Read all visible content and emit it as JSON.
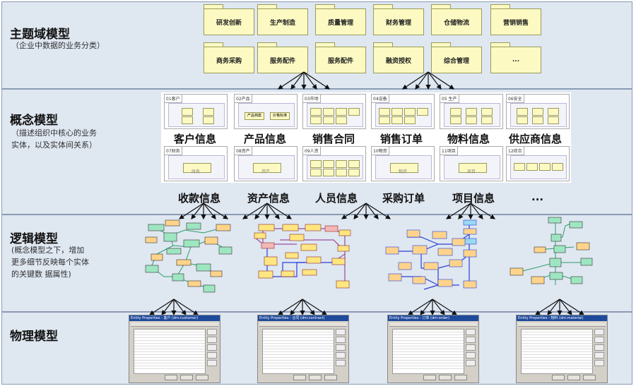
{
  "layers": [
    {
      "title": "主题域模型",
      "desc": [
        "（企业中数据的业务分类）"
      ]
    },
    {
      "title": "概念模型",
      "desc": [
        "（描述组织中核心的业务",
        "实体，以及实体间关系）"
      ]
    },
    {
      "title": "逻辑模型",
      "desc": [
        "(概念模型之下，增加",
        "更多细节反映每个实体",
        "的关键数 据属性)"
      ]
    },
    {
      "title": "物理模型",
      "desc": []
    }
  ],
  "subject_areas": [
    "研发创新",
    "生产制造",
    "质量管理",
    "财务管理",
    "仓储物流",
    "营销销售",
    "商务采购",
    "服务配件",
    "服务配件",
    "融资授权",
    "综合管理",
    "..."
  ],
  "concept_boxes": [
    {
      "header": "01客户",
      "label": "客户信息"
    },
    {
      "header": "02产品",
      "label": "产品信息",
      "items": [
        "产品档案",
        "价格标准"
      ]
    },
    {
      "header": "03市场",
      "label": "销售合同"
    },
    {
      "header": "04设备",
      "label": "销售订单"
    },
    {
      "header": "05 生产",
      "label": "物料信息"
    },
    {
      "header": "06安全",
      "label": "供应商信息"
    },
    {
      "header": "07财务",
      "label": "收款信息",
      "inner": "财务"
    },
    {
      "header": "08资产",
      "label": "资产信息",
      "inner": "资产"
    },
    {
      "header": "09人资",
      "label": "人员信息"
    },
    {
      "header": "10物资",
      "label": "采购订单",
      "inner": "物资"
    },
    {
      "header": "11项目",
      "label": "项目信息",
      "inner": "项目"
    },
    {
      "header": "12综合",
      "label": "..."
    }
  ],
  "screens": [
    "Entity Properties - 客户 (dm:customer)",
    "Entity Properties - 合同 (dm:contract)",
    "Entity Properties - 订单 (dm:order)",
    "Entity Properties - 物料 (dm:material)"
  ],
  "colors": {
    "band": "#dfe7f1",
    "folder": "#fcfac2",
    "entity_green": "#9ee6c1",
    "entity_orange": "#ffd48a",
    "entity_yellow": "#ffe680",
    "entity_red": "#f4b6b6",
    "link_blue": "#2a3fd6",
    "link_purple": "#8a2a8a"
  }
}
